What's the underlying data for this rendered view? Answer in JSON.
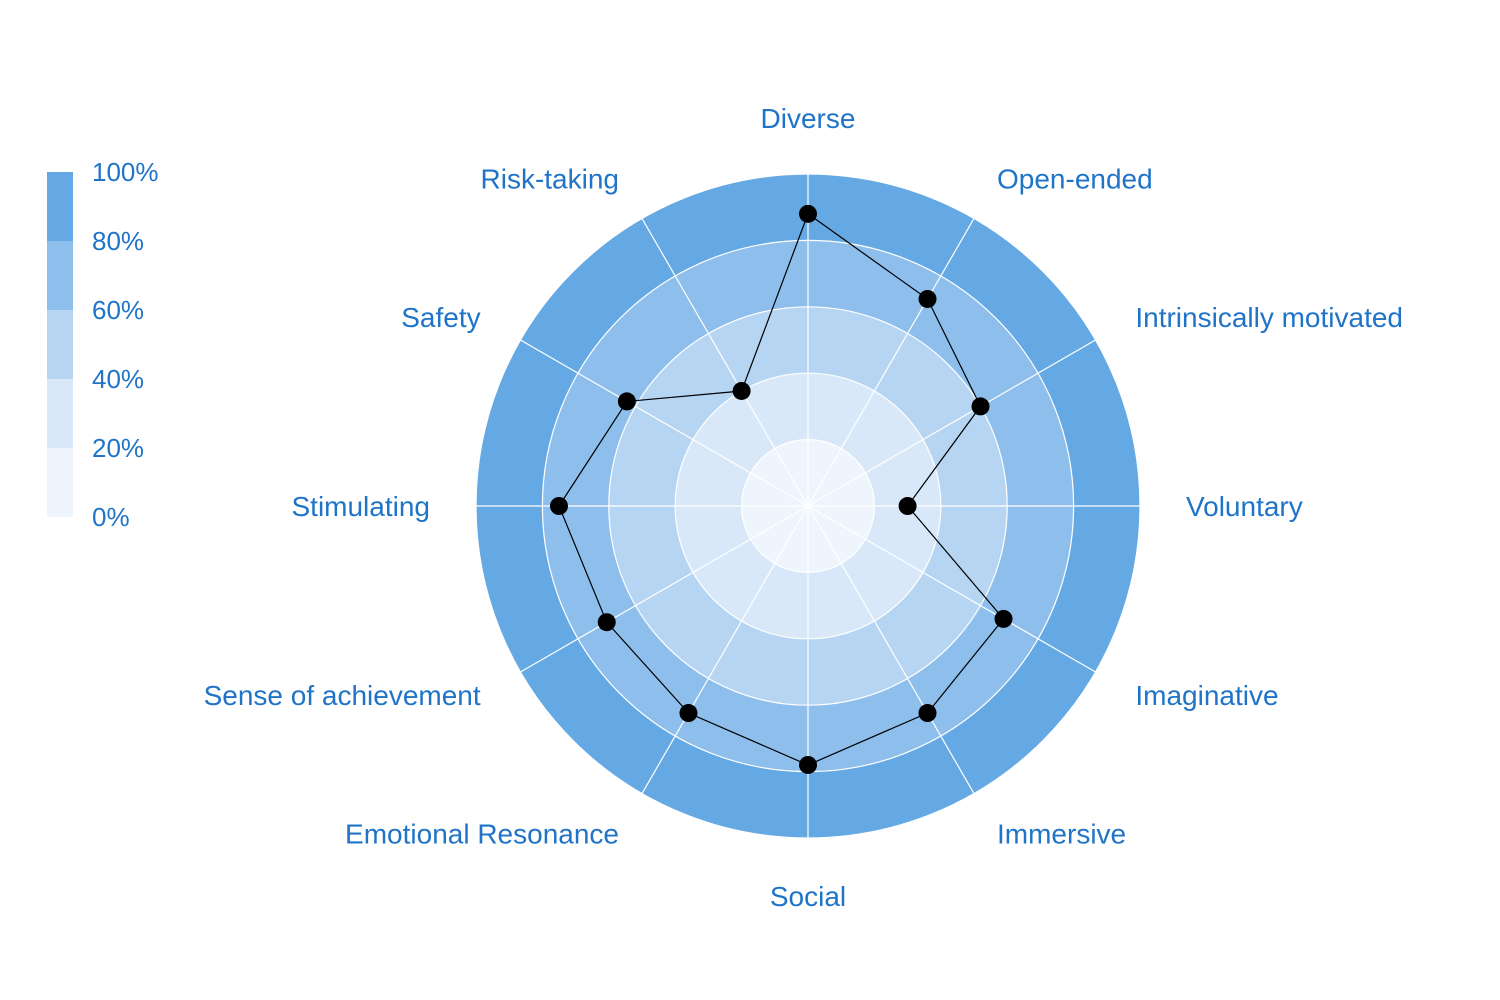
{
  "chart_data": {
    "type": "radar",
    "title": "",
    "axes": [
      "Diverse",
      "Open-ended",
      "Intrinsically motivated",
      "Voluntary",
      "Imaginative",
      "Immersive",
      "Social",
      "Emotional Resonance",
      "Sense of achievement",
      "Stimulating",
      "Safety",
      "Risk-taking"
    ],
    "values": [
      88,
      72,
      60,
      30,
      68,
      72,
      78,
      72,
      70,
      75,
      63,
      40
    ],
    "range": [
      0,
      100
    ],
    "rings": [
      0,
      20,
      40,
      60,
      80,
      100
    ],
    "legend": {
      "placement": "left",
      "labels": [
        "100%",
        "80%",
        "60%",
        "40%",
        "20%",
        "0%"
      ]
    },
    "colors": {
      "band_0_20": "#eef5fc",
      "band_20_40": "#d8e8f8",
      "band_40_60": "#b6d5f2",
      "band_60_80": "#8dbeec",
      "band_80_100": "#65a9e4",
      "grid": "#ffffff",
      "line": "#000000",
      "marker": "#000000",
      "label": "#1f74c8"
    }
  }
}
